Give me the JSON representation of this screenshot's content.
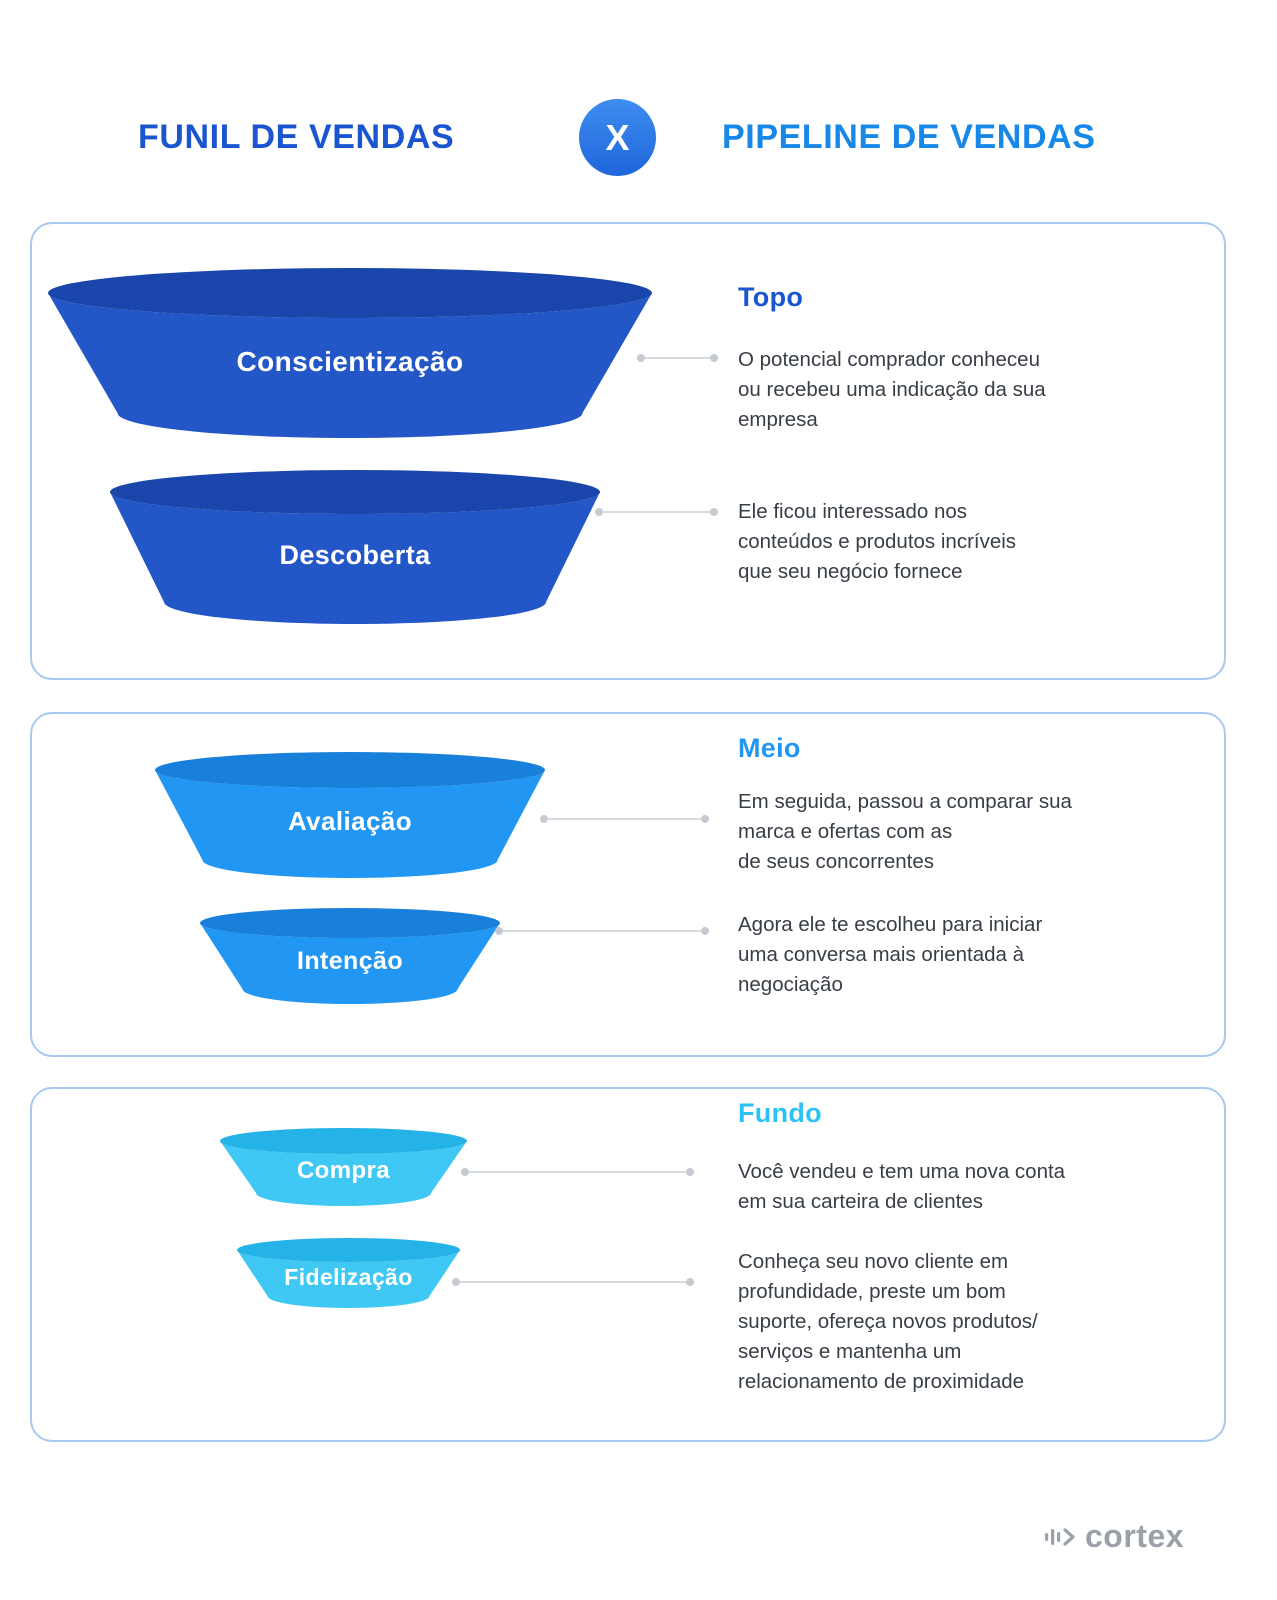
{
  "header": {
    "left_title": "FUNIL DE VENDAS",
    "vs_label": "X",
    "right_title": "PIPELINE DE VENDAS"
  },
  "sections": [
    {
      "title": "Topo",
      "stages": [
        {
          "label": "Conscientização",
          "description": "O potencial comprador conheceu\nou recebeu uma indicação da sua\nempresa"
        },
        {
          "label": "Descoberta",
          "description": "Ele ficou interessado nos\nconteúdos e produtos incríveis\nque seu negócio fornece"
        }
      ]
    },
    {
      "title": "Meio",
      "stages": [
        {
          "label": "Avaliação",
          "description": "Em seguida, passou a comparar sua\nmarca e ofertas com as\nde seus concorrentes"
        },
        {
          "label": "Intenção",
          "description": "Agora ele te escolheu para iniciar\numa conversa mais orientada à\nnegociação"
        }
      ]
    },
    {
      "title": "Fundo",
      "stages": [
        {
          "label": "Compra",
          "description": "Você vendeu e tem uma nova conta\nem sua carteira de clientes"
        },
        {
          "label": "Fidelização",
          "description": "Conheça seu novo cliente em\nprofundidade, preste um bom\nsuporte, ofereça novos produtos/\nserviços e mantenha um\nrelacionamento de proximidade"
        }
      ]
    }
  ],
  "footer": {
    "brand": "cortex"
  },
  "colors": {
    "title-left": "#1A55CF",
    "title-right": "#1787E8",
    "card-border": "#A6C9F2",
    "funnel1-body": "#2356C6",
    "funnel1-rim": "#1A46AB",
    "funnel2-body": "#2196F3",
    "funnel2-rim": "#187FDB",
    "funnel3-body": "#3FC8F4",
    "funnel3-rim": "#25B2E6",
    "section1-title": "#1A55CF",
    "section2-title": "#2196F3",
    "section3-title": "#2CC3F4",
    "body-text": "#383E46",
    "connector": "#D8DBDE",
    "logo": "#9BA1A8"
  }
}
